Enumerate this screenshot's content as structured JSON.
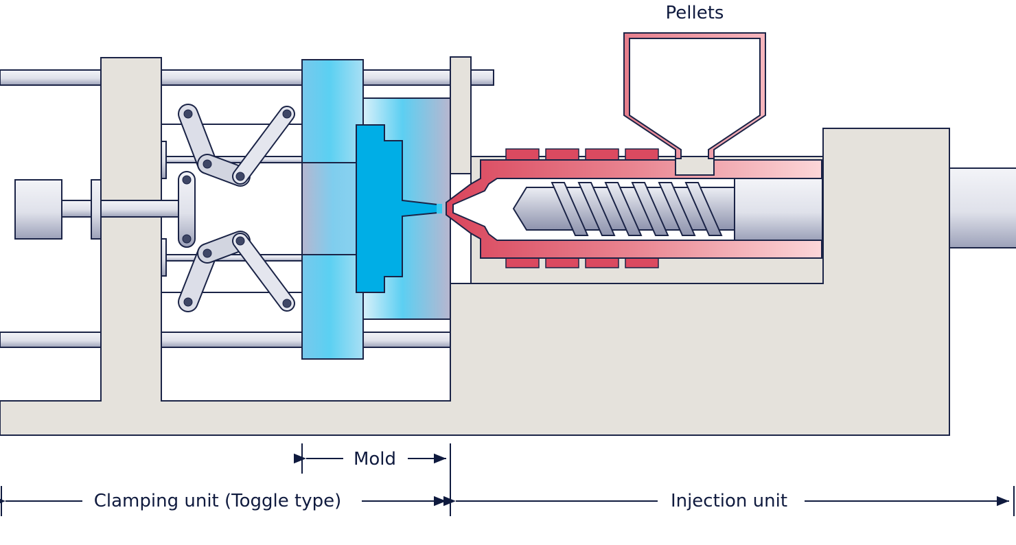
{
  "labels": {
    "pellets": "Pellets",
    "mold": "Mold",
    "clamping_unit": "Clamping unit (Toggle type)",
    "injection_unit": "Injection unit"
  },
  "colors": {
    "frame": "#e5e2dc",
    "outline": "#1a2346",
    "steel_light": "#f2f3f7",
    "steel_dark": "#9aa0b8",
    "mold_blue": "#00aee6",
    "mold_light": "#a9dcf2",
    "heater": "#db4a60",
    "barrel_red": "#de5367",
    "barrel_pink": "#fbd4d6"
  }
}
